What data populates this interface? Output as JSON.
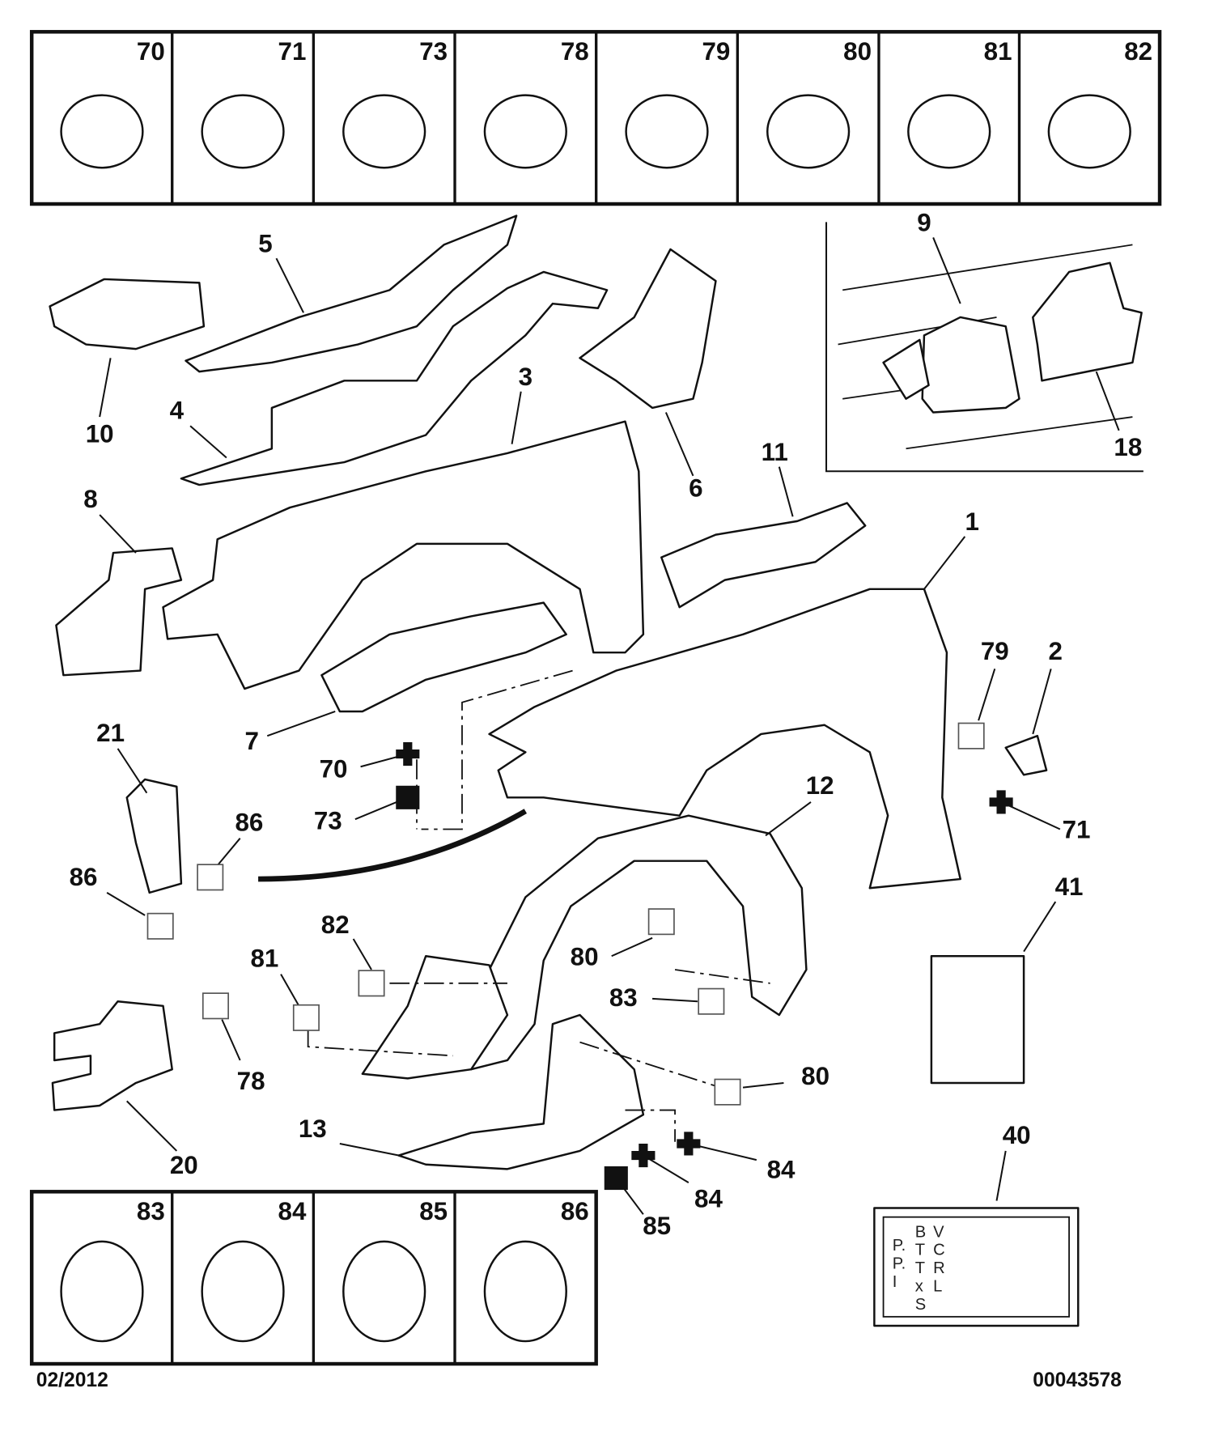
{
  "diagram": {
    "top_kit_numbers": [
      "70",
      "71",
      "73",
      "78",
      "79",
      "80",
      "81",
      "82"
    ],
    "bottom_kit_numbers": [
      "83",
      "84",
      "85",
      "86"
    ],
    "callouts": [
      "5",
      "10",
      "4",
      "3",
      "6",
      "9",
      "18",
      "11",
      "8",
      "1",
      "7",
      "79",
      "2",
      "21",
      "70",
      "73",
      "12",
      "71",
      "86",
      "86",
      "41",
      "82",
      "81",
      "80",
      "83",
      "78",
      "80",
      "40",
      "13",
      "20",
      "84",
      "84",
      "85"
    ],
    "sticker_text": [
      "P.",
      "P.",
      "I",
      "B",
      "T",
      "T",
      "x",
      "S",
      "V",
      "C",
      "R",
      "L"
    ],
    "footer": {
      "date": "02/2012",
      "reference": "00043578"
    }
  }
}
